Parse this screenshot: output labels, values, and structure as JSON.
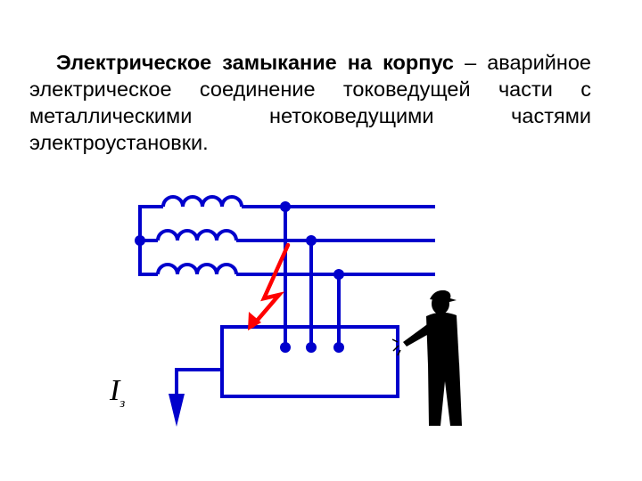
{
  "definition": {
    "term": "Электрическое замыкание на корпус",
    "dash": " – ",
    "text": "аварийное электрическое соединение токоведущей части с металлическими нетоковедущими частями электроустановки."
  },
  "diagram": {
    "current_symbol": "I",
    "current_subscript": "з",
    "colors": {
      "wire": "#0000cc",
      "fault": "#ff0000",
      "person": "#000000"
    }
  }
}
